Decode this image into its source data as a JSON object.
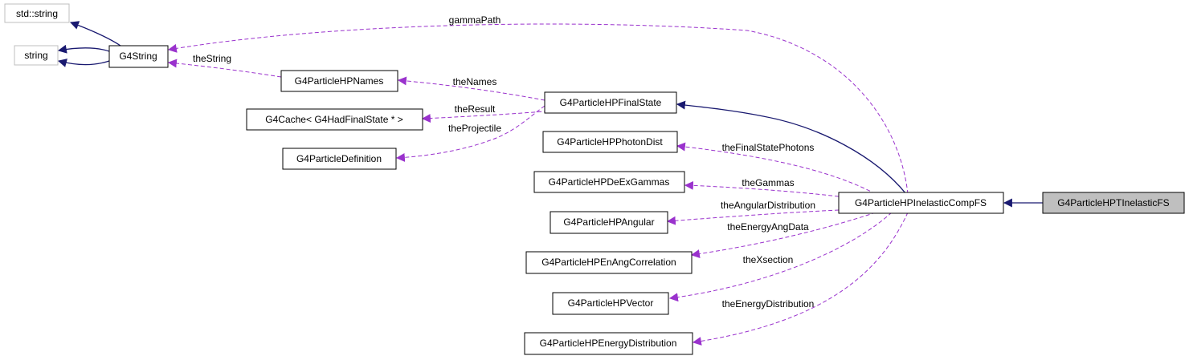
{
  "nodes": {
    "std_string": "std::string",
    "string": "string",
    "g4string": "G4String",
    "names": "G4ParticleHPNames",
    "cache": "G4Cache< G4HadFinalState * >",
    "partdef": "G4ParticleDefinition",
    "finalstate": "G4ParticleHPFinalState",
    "photondist": "G4ParticleHPPhotonDist",
    "deex": "G4ParticleHPDeExGammas",
    "angular": "G4ParticleHPAngular",
    "enang": "G4ParticleHPEnAngCorrelation",
    "vector": "G4ParticleHPVector",
    "energydist": "G4ParticleHPEnergyDistribution",
    "inelasticcomp": "G4ParticleHPInelasticCompFS",
    "tinelastic": "G4ParticleHPTInelasticFS"
  },
  "edges": {
    "gammaPath": "gammaPath",
    "theString": "theString",
    "theNames": "theNames",
    "theResult": "theResult",
    "theProjectile": "theProjectile",
    "theFinalStatePhotons": "theFinalStatePhotons",
    "theGammas": "theGammas",
    "theAngularDistribution": "theAngularDistribution",
    "theEnergyAngData": "theEnergyAngData",
    "theXsection": "theXsection",
    "theEnergyDistribution": "theEnergyDistribution"
  },
  "colors": {
    "inheritance_edge": "#191970",
    "usage_edge": "#9a32cd",
    "focus_fill": "#bfbfbf",
    "external_border": "#bfbfbf"
  }
}
